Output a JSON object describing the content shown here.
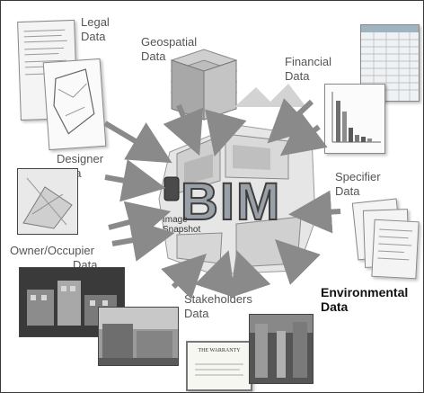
{
  "labels": {
    "legal": [
      "Legal",
      "Data"
    ],
    "geospatial": [
      "Geospatial",
      "Data"
    ],
    "financial": [
      "Financial",
      "Data"
    ],
    "designer": [
      "Designer",
      "Data"
    ],
    "specifier": [
      "Specifier",
      "Data"
    ],
    "owner_occupier": [
      "Owner/Occupier",
      "Data"
    ],
    "stakeholders": [
      "Stakeholders",
      "Data"
    ],
    "environmental": [
      "Environmental",
      "Data"
    ]
  },
  "center": {
    "title": "BIM",
    "caption": [
      "Image",
      "Snapshot"
    ]
  },
  "warranty_title": "THE WARRANTY",
  "colors": {
    "arrow": "#8a8a8a",
    "bim_text": "#9aa0a8",
    "bim_outline": "#3e3e3e"
  }
}
